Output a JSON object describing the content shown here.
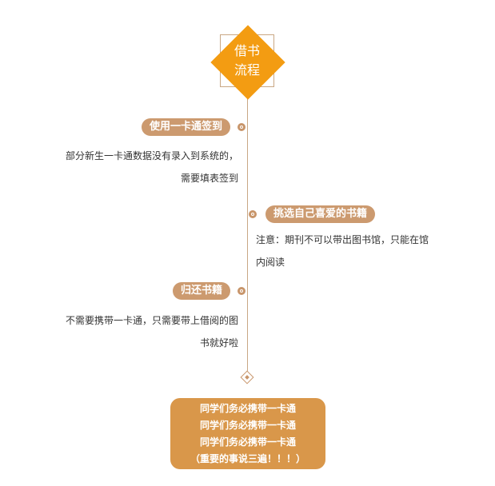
{
  "root": {
    "line1": "借书",
    "line2": "流程"
  },
  "steps": [
    {
      "label": "使用一卡通签到",
      "desc1": "部分新生一卡通数据没有录入到系统的，",
      "desc2": "需要填表签到"
    },
    {
      "label": "挑选自己喜爱的书籍",
      "desc1": "注意：期刊不可以带出图书馆，只能在馆",
      "desc2": "内阅读"
    },
    {
      "label": "归还书籍",
      "desc1": "不需要携带一卡通，只需要带上借阅的图",
      "desc2": "书就好啦"
    }
  ],
  "summary": {
    "line1": "同学们务必携带一卡通",
    "line2": "同学们务必携带一卡通",
    "line3": "同学们务必携带一卡通",
    "line4": "（重要的事说三遍！！！）"
  },
  "colors": {
    "root": "#f39c12",
    "pill": "#cc9a6f",
    "line": "#c9a784",
    "summary": "#d9974a"
  }
}
